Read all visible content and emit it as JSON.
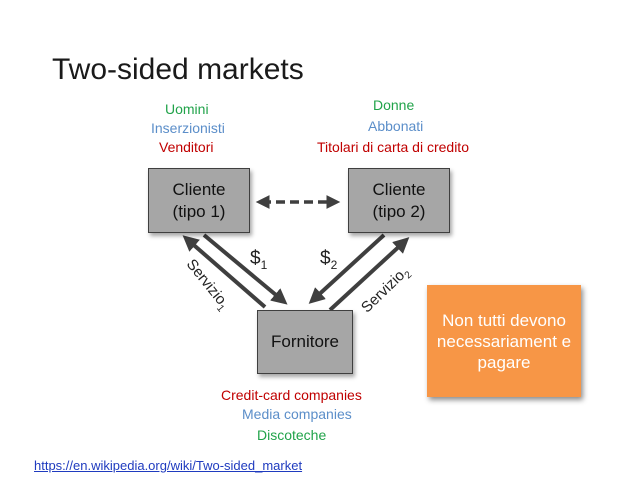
{
  "title": "Two-sided markets",
  "side1": {
    "labels": [
      "Uomini",
      "Inserzionisti",
      "Venditori"
    ],
    "box": [
      "Cliente",
      "(tipo 1)"
    ]
  },
  "side2": {
    "labels": [
      "Donne",
      "Abbonati",
      "Titolari di carta di credito"
    ],
    "box": [
      "Cliente",
      "(tipo 2)"
    ]
  },
  "platform": {
    "box": "Fornitore",
    "labels": [
      "Credit-card companies",
      "Media companies",
      "Discoteche"
    ]
  },
  "flows": {
    "money1": "$",
    "money1_sub": "1",
    "money2": "$",
    "money2_sub": "2",
    "service1": "Servizio",
    "service1_sub": "1",
    "service2": "Servizio",
    "service2_sub": "2"
  },
  "note": "Non tutti devono necessariament e pagare",
  "source_link": "https://en.wikipedia.org/wiki/Two-sided_market",
  "colors": {
    "green": "#21a34a",
    "blue": "#5b8ec9",
    "red": "#c00000",
    "box": "#a6a6a6",
    "note": "#f79646",
    "arrow": "#3f3f3f"
  }
}
